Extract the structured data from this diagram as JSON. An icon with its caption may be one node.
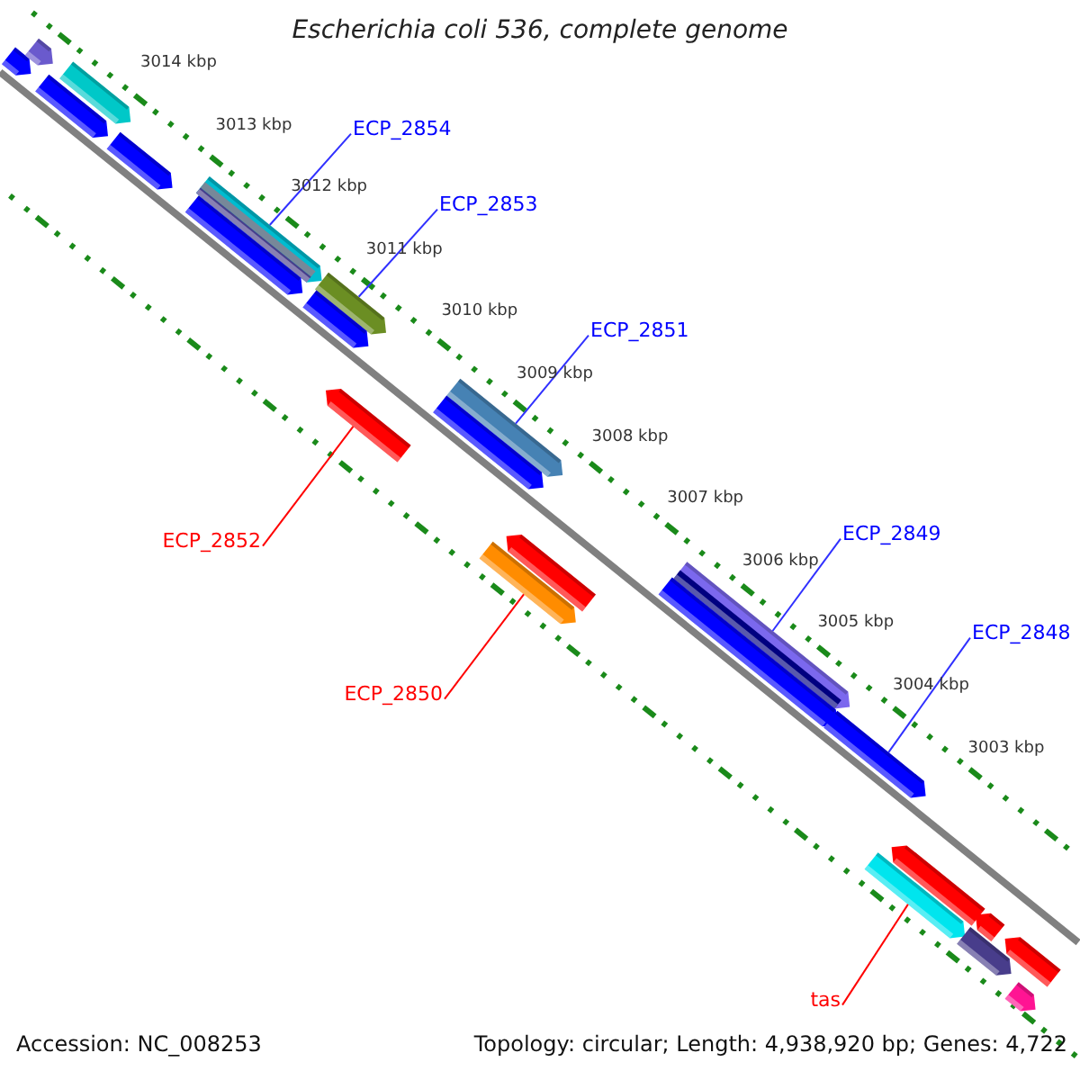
{
  "diagram": {
    "title": "Escherichia coli 536, complete genome",
    "nodes": [
      {
        "text": [
          "ECP_2854"
        ]
      },
      {
        "text": [
          "ECP_2853"
        ]
      },
      {
        "text": [
          "ECP_2851"
        ]
      },
      {
        "text": [
          "ECP_2849"
        ]
      },
      {
        "text": [
          "ECP_2852"
        ]
      },
      {
        "text": [
          "ECP_2848"
        ]
      },
      {
        "text": [
          "ECP_2850"
        ]
      },
      {
        "text": [
          "tas"
        ]
      },
      {
        "text": [],
        "shape": "arrow"
      },
      {
        "text": [],
        "shape": "arrow"
      },
      {
        "text": [],
        "shape": "arrow"
      },
      {
        "text": [],
        "shape": "arrow"
      },
      {
        "text": [],
        "shape": "arrow"
      },
      {
        "text": [],
        "shape": "arrow"
      },
      {
        "text": [],
        "shape": "arrow"
      },
      {
        "text": [],
        "shape": "arrow"
      }
    ],
    "edges": [
      {
        "from": 0,
        "to": 8,
        "arrow": "none"
      },
      {
        "from": 1,
        "to": 9,
        "arrow": "none"
      },
      {
        "from": 2,
        "to": 11,
        "arrow": "none"
      },
      {
        "from": 3,
        "to": 13,
        "arrow": "none"
      },
      {
        "from": 4,
        "to": 10,
        "arrow": "none",
        "color": "#ff0000"
      },
      {
        "from": 5,
        "to": 14,
        "arrow": "none"
      },
      {
        "from": 6,
        "to": 12,
        "arrow": "none",
        "color": "#ff0000"
      },
      {
        "from": 7,
        "to": 15,
        "arrow": "none",
        "color": "#ff0000"
      }
    ],
    "labels": [
      "3014 kbp",
      "3013 kbp",
      "3012 kbp",
      "3011 kbp",
      "3010 kbp",
      "3009 kbp",
      "3008 kbp",
      "3007 kbp",
      "3006 kbp",
      "3005 kbp",
      "3004 kbp",
      "3003 kbp",
      "Accession: NC_008253",
      "Topology: circular; Length: 4,938,920 bp; Genes: 4,722"
    ]
  }
}
